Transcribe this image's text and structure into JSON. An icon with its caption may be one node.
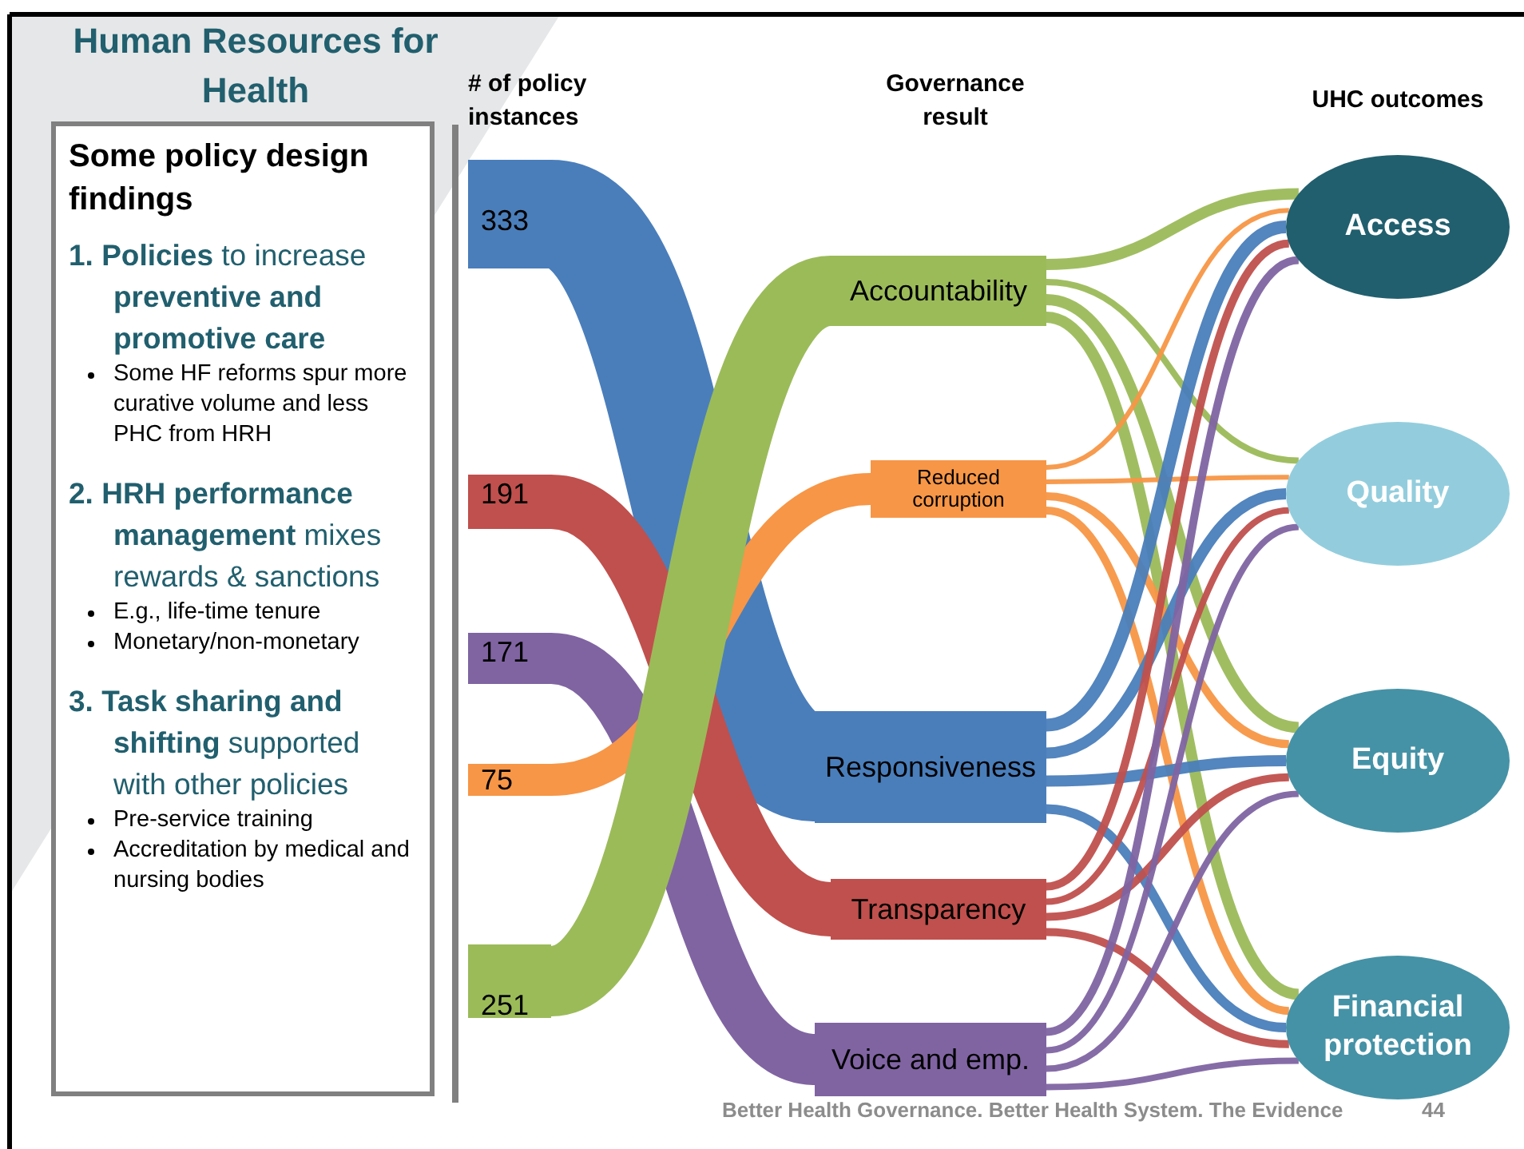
{
  "diagram": {
    "title": "Human Resources for Health",
    "nodes": [
      {
        "text": [
          "Some policy design findings",
          "**1.** **Policies** to increase **preventive and promotive care**",
          "Some HF reforms spur more curative volume and less PHC from HRH",
          "**2.** **HRH performance management** mixes rewards & sanctions",
          "E.g., life-time tenure",
          "Monetary/non-monetary",
          "**3.** **Task sharing and shifting** supported with other policies",
          "Pre-service training",
          "Accreditation by medical and nursing bodies"
        ]
      },
      {
        "text": [
          "333"
        ]
      },
      {
        "text": [
          "191"
        ]
      },
      {
        "text": [
          "171"
        ]
      },
      {
        "text": [
          "75"
        ]
      },
      {
        "text": [
          "251"
        ]
      },
      {
        "text": [
          "Accountability"
        ]
      },
      {
        "text": [
          "Reduced corruption"
        ]
      },
      {
        "text": [
          "Responsiveness"
        ]
      },
      {
        "text": [
          "Transparency"
        ]
      },
      {
        "text": [
          "Voice and emp."
        ]
      },
      {
        "text": [
          "Access"
        ]
      },
      {
        "text": [
          "Quality"
        ]
      },
      {
        "text": [
          "Equity"
        ]
      },
      {
        "text": [
          "Financial protection"
        ]
      }
    ],
    "edges": [
      {
        "from": 1,
        "to": 8,
        "arrow": "none",
        "style": "thick",
        "color": "#4a7ebb"
      },
      {
        "from": 2,
        "to": 9,
        "arrow": "none",
        "style": "thick",
        "color": "#c0504d"
      },
      {
        "from": 3,
        "to": 10,
        "arrow": "none",
        "style": "thick",
        "color": "#8064a2"
      },
      {
        "from": 4,
        "to": 7,
        "arrow": "none",
        "style": "thick",
        "color": "#f79646"
      },
      {
        "from": 5,
        "to": 6,
        "arrow": "none",
        "style": "thick",
        "color": "#9bbb59"
      },
      {
        "from": 6,
        "to": 11,
        "arrow": "none",
        "color": "#9bbb59"
      },
      {
        "from": 6,
        "to": 12,
        "arrow": "none",
        "color": "#9bbb59"
      },
      {
        "from": 6,
        "to": 13,
        "arrow": "none",
        "color": "#9bbb59"
      },
      {
        "from": 6,
        "to": 14,
        "arrow": "none",
        "color": "#9bbb59"
      },
      {
        "from": 7,
        "to": 11,
        "arrow": "none",
        "color": "#f79646"
      },
      {
        "from": 7,
        "to": 12,
        "arrow": "none",
        "color": "#f79646"
      },
      {
        "from": 7,
        "to": 13,
        "arrow": "none",
        "color": "#f79646"
      },
      {
        "from": 7,
        "to": 14,
        "arrow": "none",
        "color": "#f79646"
      },
      {
        "from": 8,
        "to": 11,
        "arrow": "none",
        "color": "#4a7ebb"
      },
      {
        "from": 8,
        "to": 12,
        "arrow": "none",
        "color": "#4a7ebb"
      },
      {
        "from": 8,
        "to": 13,
        "arrow": "none",
        "color": "#4a7ebb"
      },
      {
        "from": 8,
        "to": 14,
        "arrow": "none",
        "color": "#4a7ebb"
      },
      {
        "from": 9,
        "to": 11,
        "arrow": "none",
        "color": "#c0504d"
      },
      {
        "from": 9,
        "to": 12,
        "arrow": "none",
        "color": "#c0504d"
      },
      {
        "from": 9,
        "to": 13,
        "arrow": "none",
        "color": "#c0504d"
      },
      {
        "from": 9,
        "to": 14,
        "arrow": "none",
        "color": "#c0504d"
      },
      {
        "from": 10,
        "to": 11,
        "arrow": "none",
        "color": "#8064a2"
      },
      {
        "from": 10,
        "to": 12,
        "arrow": "none",
        "color": "#8064a2"
      },
      {
        "from": 10,
        "to": 13,
        "arrow": "none",
        "color": "#8064a2"
      },
      {
        "from": 10,
        "to": 14,
        "arrow": "none",
        "color": "#8064a2"
      }
    ],
    "labels": [
      "# of policy instances",
      "Governance result",
      "UHC outcomes",
      "Better Health Governance. Better Health System. The Evidence",
      "44"
    ]
  }
}
